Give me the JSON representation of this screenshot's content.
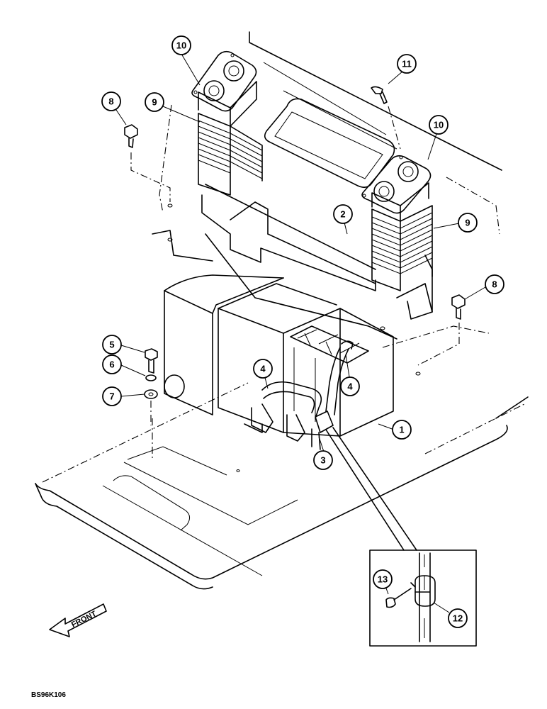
{
  "figure": {
    "code": "BS96K106",
    "front_label": "FRONT",
    "callouts": [
      "10",
      "11",
      "8",
      "9",
      "10",
      "2",
      "9",
      "8",
      "5",
      "4",
      "6",
      "7",
      "4",
      "1",
      "3",
      "13",
      "12"
    ]
  }
}
